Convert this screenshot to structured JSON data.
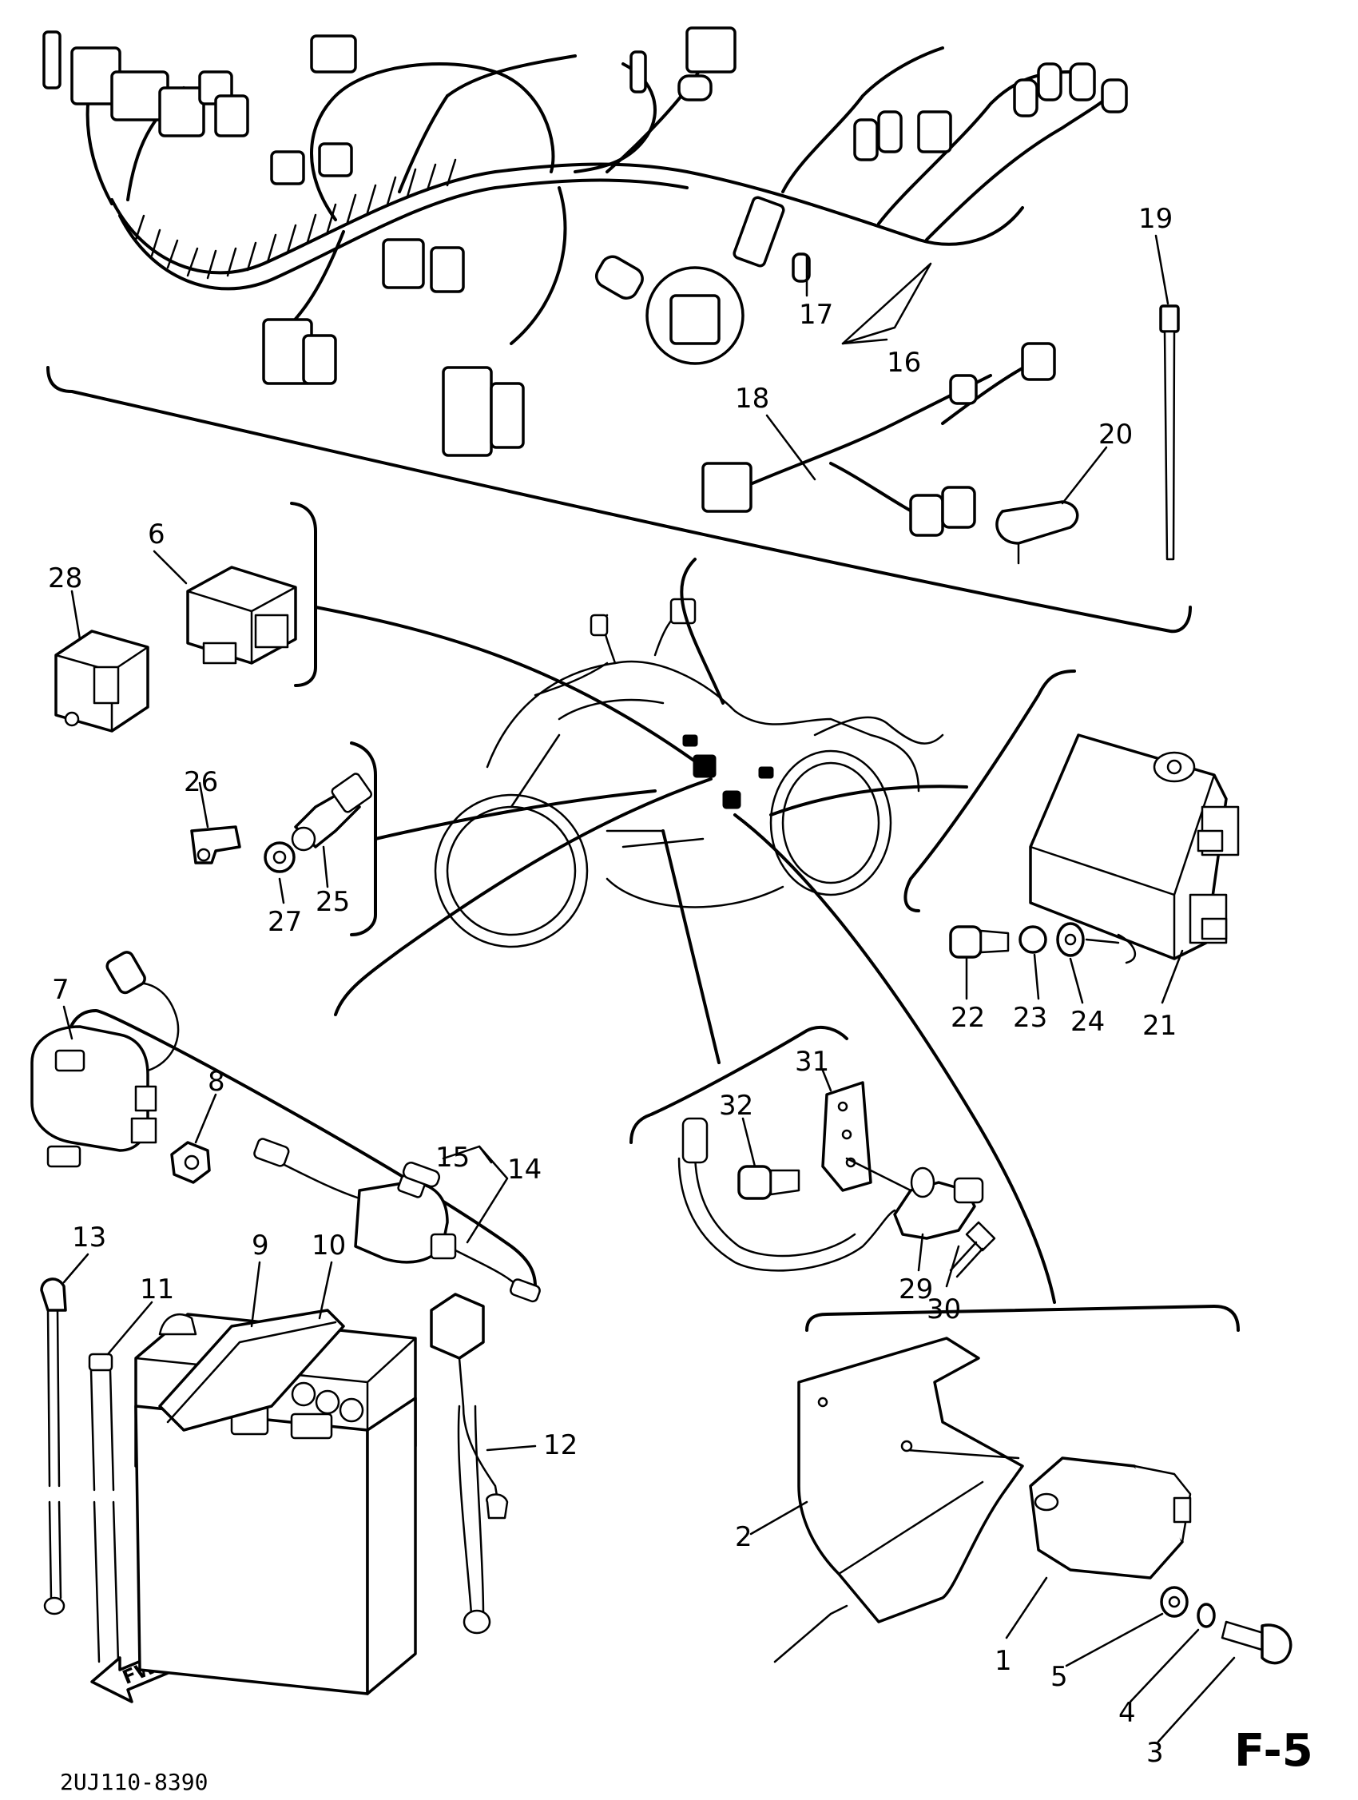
{
  "page_code": "F-5",
  "catalog_number": "2UJ110-8390",
  "fwd_label": "FWD",
  "callouts": {
    "c1": "1",
    "c2": "2",
    "c3": "3",
    "c4": "4",
    "c5": "5",
    "c6": "6",
    "c7": "7",
    "c8": "8",
    "c9": "9",
    "c10": "10",
    "c11": "11",
    "c12": "12",
    "c13": "13",
    "c14": "14",
    "c15": "15",
    "c16": "16",
    "c17": "17",
    "c18": "18",
    "c19": "19",
    "c20": "20",
    "c21": "21",
    "c22": "22",
    "c23": "23",
    "c24": "24",
    "c25": "25",
    "c26": "26",
    "c27": "27",
    "c28": "28",
    "c29": "29",
    "c30": "30",
    "c31": "31",
    "c32": "32"
  }
}
